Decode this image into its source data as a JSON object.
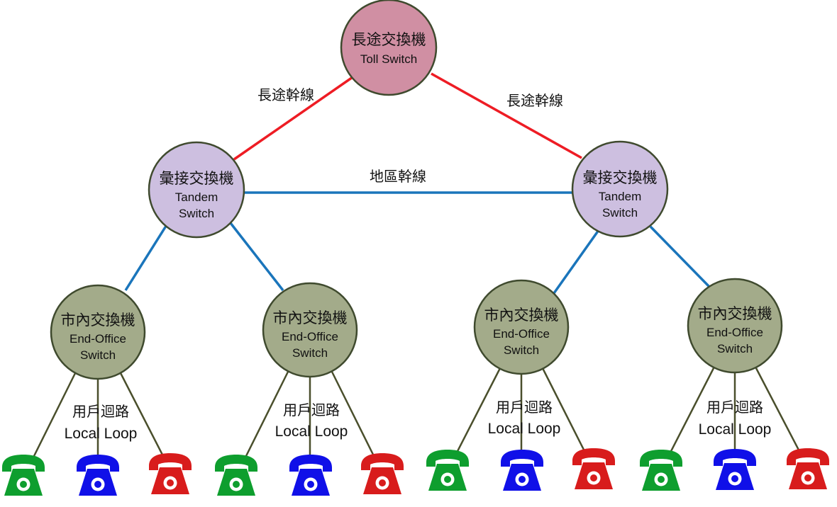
{
  "colors": {
    "toll_node": "#d08fa3",
    "tandem_node": "#cdbfe0",
    "office_node": "#a3ab8a",
    "node_stroke": "#3f4a2e",
    "toll_trunk": "#ee1c24",
    "regional_trunk": "#1a75bb",
    "local_loop": "#4a4f2c",
    "phone_green": "#0e9e2e",
    "phone_blue": "#1010e8",
    "phone_red": "#d81c1c"
  },
  "nodes": {
    "toll": {
      "title": "長途交換機",
      "sub1": "Toll Switch"
    },
    "tandem_left": {
      "title": "彙接交換機",
      "sub1": "Tandem",
      "sub2": "Switch"
    },
    "tandem_right": {
      "title": "彙接交換機",
      "sub1": "Tandem",
      "sub2": "Switch"
    },
    "office_1": {
      "title": "市內交換機",
      "sub1": "End-Office",
      "sub2": "Switch"
    },
    "office_2": {
      "title": "市內交換機",
      "sub1": "End-Office",
      "sub2": "Switch"
    },
    "office_3": {
      "title": "市內交換機",
      "sub1": "End-Office",
      "sub2": "Switch"
    },
    "office_4": {
      "title": "市內交換機",
      "sub1": "End-Office",
      "sub2": "Switch"
    }
  },
  "edge_labels": {
    "toll_trunk_left": "長途幹線",
    "toll_trunk_right": "長途幹線",
    "regional_trunk": "地區幹線"
  },
  "local_loops": [
    {
      "zh": "用戶迴路",
      "en": "Local Loop"
    },
    {
      "zh": "用戶迴路",
      "en": "Local Loop"
    },
    {
      "zh": "用戶迴路",
      "en": "Local Loop"
    },
    {
      "zh": "用戶迴路",
      "en": "Local Loop"
    }
  ],
  "phones": [
    {
      "color": "phone_green",
      "icon": "telephone-icon"
    },
    {
      "color": "phone_blue",
      "icon": "telephone-icon"
    },
    {
      "color": "phone_red",
      "icon": "telephone-icon"
    },
    {
      "color": "phone_green",
      "icon": "telephone-icon"
    },
    {
      "color": "phone_blue",
      "icon": "telephone-icon"
    },
    {
      "color": "phone_red",
      "icon": "telephone-icon"
    },
    {
      "color": "phone_green",
      "icon": "telephone-icon"
    },
    {
      "color": "phone_blue",
      "icon": "telephone-icon"
    },
    {
      "color": "phone_red",
      "icon": "telephone-icon"
    },
    {
      "color": "phone_green",
      "icon": "telephone-icon"
    },
    {
      "color": "phone_blue",
      "icon": "telephone-icon"
    },
    {
      "color": "phone_red",
      "icon": "telephone-icon"
    }
  ]
}
